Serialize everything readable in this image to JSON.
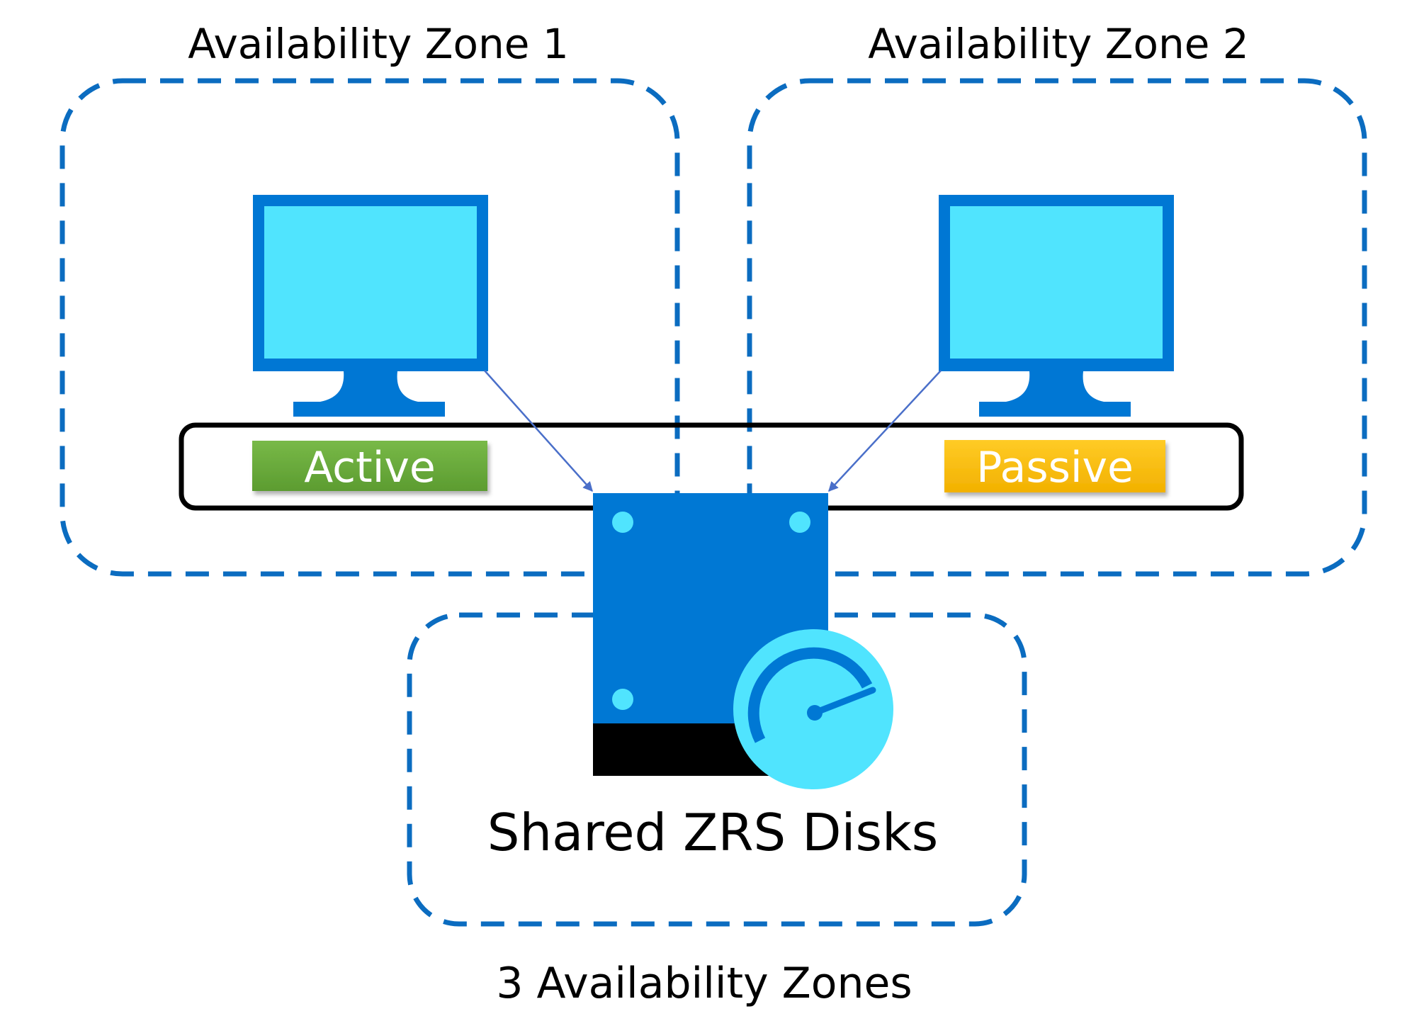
{
  "zones": [
    {
      "title": "Availability Zone 1"
    },
    {
      "title": "Availability Zone 2"
    }
  ],
  "nodes": {
    "active": {
      "label": "Active"
    },
    "passive": {
      "label": "Passive"
    }
  },
  "storage": {
    "label": "Shared ZRS Disks"
  },
  "footer": {
    "label": "3 Availability Zones"
  },
  "colors": {
    "zone_border": "#0B6CC0",
    "monitor_frame": "#0077D4",
    "monitor_screen": "#50E4FE",
    "disk_body": "#0078D4",
    "disk_base": "#000000",
    "gauge_fill": "#50E4FE",
    "gauge_accent": "#0078D4",
    "active_badge": "#6AAE3B",
    "passive_badge": "#FFC000",
    "arrow": "#4A6FC9"
  },
  "icons": {
    "server_monitor": "monitor-icon",
    "disk": "disk-icon",
    "gauge": "gauge-icon"
  }
}
